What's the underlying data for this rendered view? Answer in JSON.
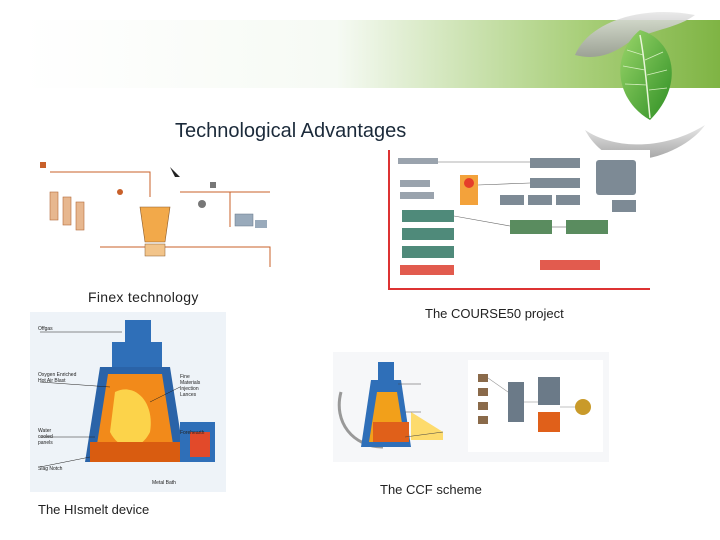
{
  "slide": {
    "title": "Technological Advantages",
    "captions": {
      "finex": "Finex  technology",
      "course50": "The COURSE50 project",
      "ccf": "The CCF scheme",
      "hismelt": "The HIsmelt device"
    }
  },
  "colors": {
    "accent_green": "#7fb444",
    "leaf_green": "#3fa62e",
    "course_red": "#dd3333",
    "hismelt_blue": "#2f6fb8",
    "molten_orange": "#f28a1a"
  },
  "icons": [
    "leaf-icon",
    "hands-icon"
  ]
}
